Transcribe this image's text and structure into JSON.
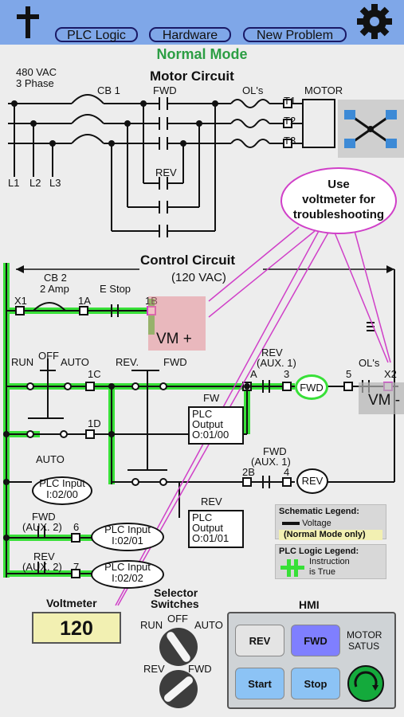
{
  "nav": {
    "plc_logic": "PLC Logic",
    "hardware": "Hardware",
    "new_problem": "New Problem"
  },
  "mode": "Normal Mode",
  "motor_circuit": {
    "title": "Motor Circuit",
    "supply_line1": "480 VAC",
    "supply_line2": "3 Phase",
    "cb1": "CB 1",
    "fwd": "FWD",
    "ols": "OL's",
    "motor": "MOTOR",
    "t1": "T1",
    "t2": "T2",
    "t3": "T3",
    "rev": "REV",
    "l1": "L1",
    "l2": "L2",
    "l3": "L3"
  },
  "callout": {
    "line1": "Use",
    "line2": "voltmeter for",
    "line3": "troubleshooting"
  },
  "control_circuit": {
    "title": "Control Circuit",
    "subtitle": "(120 VAC)",
    "cb2_line1": "CB 2",
    "cb2_line2": "2 Amp",
    "estop": "E Stop",
    "x1": "X1",
    "n1a": "1A",
    "n1b": "1B",
    "vm_plus": "VM +",
    "vm_minus": "VM -",
    "run": "RUN",
    "off": "OFF",
    "auto": "AUTO",
    "n1c": "1C",
    "rev": "REV.",
    "fwd": "FWD",
    "n1d": "1D",
    "rev_aux1_line1": "REV",
    "rev_aux1_line2": "(AUX. 1)",
    "n3": "3",
    "fwd_coil": "FWD",
    "n5": "5",
    "ols": "OL's",
    "x2": "X2",
    "plc_out1_line1": "PLC",
    "plc_out1_line2": "Output",
    "plc_out1_line3": "O:01/00",
    "fw": "FW",
    "auto2": "AUTO",
    "plc_in1_line1": "PLC Input",
    "plc_in1_line2": "I:02/00",
    "fwd_aux1_line1": "FWD",
    "fwd_aux1_line2": "(AUX. 1)",
    "n2b": "2B",
    "n4": "4",
    "rev_coil": "REV",
    "rev_out": "REV",
    "plc_out2_line1": "PLC",
    "plc_out2_line2": "Output",
    "plc_out2_line3": "O:01/01",
    "fwd_aux2_line1": "FWD",
    "fwd_aux2_line2": "(AUX. 2)",
    "n6": "6",
    "plc_in2_line1": "PLC Input",
    "plc_in2_line2": "I:02/01",
    "rev_aux2_line1": "REV",
    "rev_aux2_line2": "(AUX. 2)",
    "n7": "7",
    "plc_in3_line1": "PLC Input",
    "plc_in3_line2": "I:02/02",
    "n_a": "A"
  },
  "legends": {
    "schematic_title": "Schematic Legend:",
    "schematic_voltage": "Voltage",
    "schematic_note": "(Normal Mode only)",
    "plc_title": "PLC Logic Legend:",
    "plc_line1": "Instruction",
    "plc_line2": "is True"
  },
  "voltmeter": {
    "label": "Voltmeter",
    "value": "120"
  },
  "selector": {
    "title_line1": "Selector",
    "title_line2": "Switches",
    "run": "RUN",
    "off": "OFF",
    "auto": "AUTO",
    "rev": "REV",
    "fwd": "FWD"
  },
  "hmi": {
    "title": "HMI",
    "rev": "REV",
    "fwd": "FWD",
    "motor_status_line1": "MOTOR",
    "motor_status_line2": "SATUS",
    "start": "Start",
    "stop": "Stop"
  },
  "colors": {
    "topbar": "#7fa7e8",
    "energized": "#38e038",
    "callout": "#d040c8",
    "mode": "#2c9e44"
  }
}
